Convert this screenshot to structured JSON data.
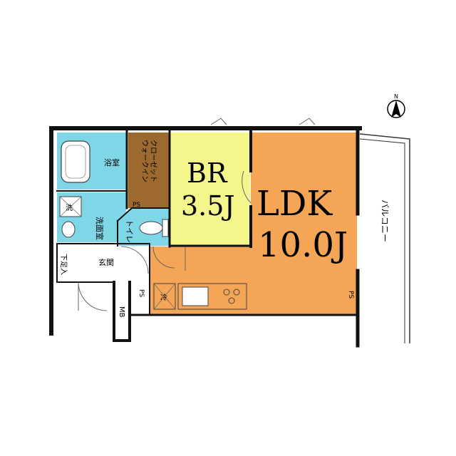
{
  "rooms": {
    "bedroom": {
      "name": "BR",
      "size": "3.5J",
      "color": "#f4f58a"
    },
    "ldk": {
      "name": "LDK",
      "size": "10.0J",
      "color": "#f4a555"
    },
    "wic": {
      "label_line1": "ウォークイン",
      "label_line2": "クローゼット",
      "color": "#9c6a2e"
    },
    "bath": {
      "label": "浴室",
      "color": "#7fd6e6"
    },
    "washroom": {
      "label": "洗面室"
    },
    "toilet": {
      "label": "トイレ"
    },
    "entrance": {
      "label": "玄関"
    },
    "shoe_box": {
      "label": "下足入"
    },
    "balcony": {
      "label": "バルコニー"
    },
    "hallway": {
      "color": "#f4a555"
    }
  },
  "markers": {
    "ps": "PS",
    "mb": "MB",
    "washer": "洗",
    "fridge": "冷"
  },
  "compass": {
    "label": "N"
  },
  "colors": {
    "wall": "#111111",
    "line": "#333333",
    "door": "#666666"
  }
}
